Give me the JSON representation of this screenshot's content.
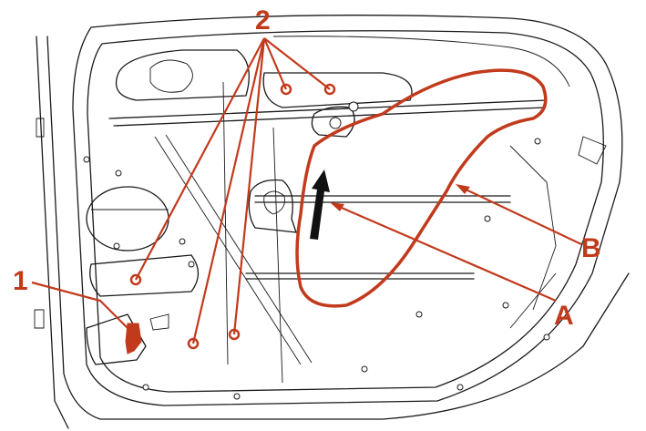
{
  "colors": {
    "callout": "#c23a1c",
    "outline": "#1a1a1a",
    "arrow": "#111111"
  },
  "labels": {
    "fastener_1": "1",
    "fastener_2": "2",
    "arrow_a": "A",
    "seal_b": "B"
  }
}
